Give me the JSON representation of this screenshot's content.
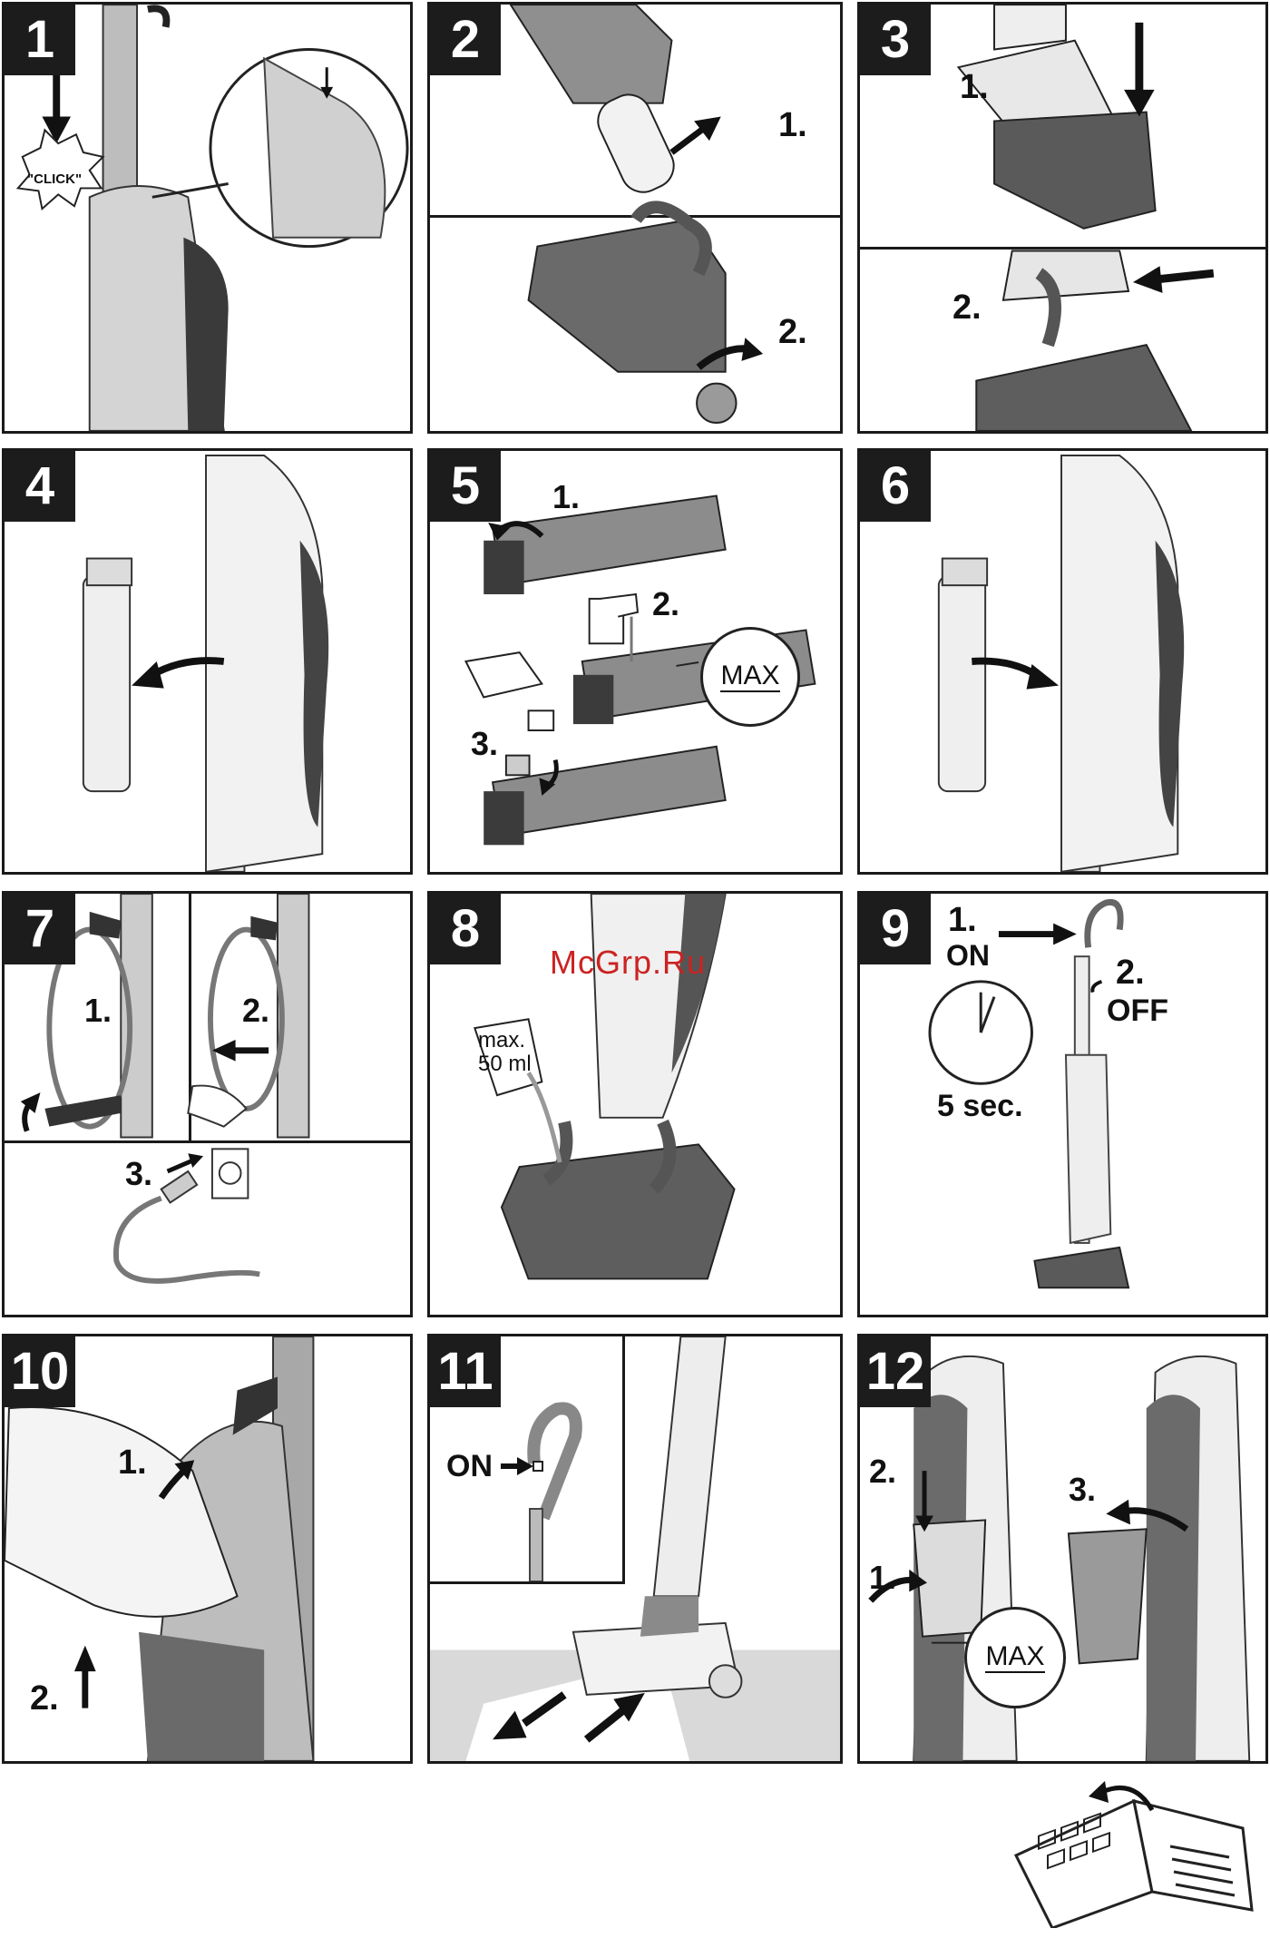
{
  "panels": [
    {
      "number": "1",
      "labels": {
        "click": "\"CLICK\""
      }
    },
    {
      "number": "2",
      "labels": {
        "a": "1.",
        "b": "2."
      }
    },
    {
      "number": "3",
      "labels": {
        "a": "1.",
        "b": "2."
      }
    },
    {
      "number": "4"
    },
    {
      "number": "5",
      "labels": {
        "a": "1.",
        "b": "2.",
        "c": "3.",
        "max": "MAX"
      }
    },
    {
      "number": "6"
    },
    {
      "number": "7",
      "labels": {
        "a": "1.",
        "b": "2.",
        "c": "3."
      }
    },
    {
      "number": "8",
      "labels": {
        "cup_line1": "max.",
        "cup_line2": "50 ml"
      }
    },
    {
      "number": "9",
      "labels": {
        "on_num": "1.",
        "on": "ON",
        "off_num": "2.",
        "off": "OFF",
        "time": "5 sec."
      }
    },
    {
      "number": "10",
      "labels": {
        "a": "1.",
        "b": "2."
      }
    },
    {
      "number": "11",
      "labels": {
        "on": "ON"
      }
    },
    {
      "number": "12",
      "labels": {
        "a": "1.",
        "b": "2.",
        "c": "3.",
        "max": "MAX"
      }
    }
  ],
  "watermark": "McGrp.Ru",
  "icons": [
    "arrow-icon",
    "clock-icon",
    "faucet-icon",
    "bottle-icon",
    "plug-icon",
    "socket-icon",
    "manual-book-icon",
    "hand-icon"
  ],
  "colors": {
    "border": "#1a1a1a",
    "device_dark": "#5a5a5a",
    "device_light": "#e6e6e6",
    "watermark": "#cc2222"
  }
}
